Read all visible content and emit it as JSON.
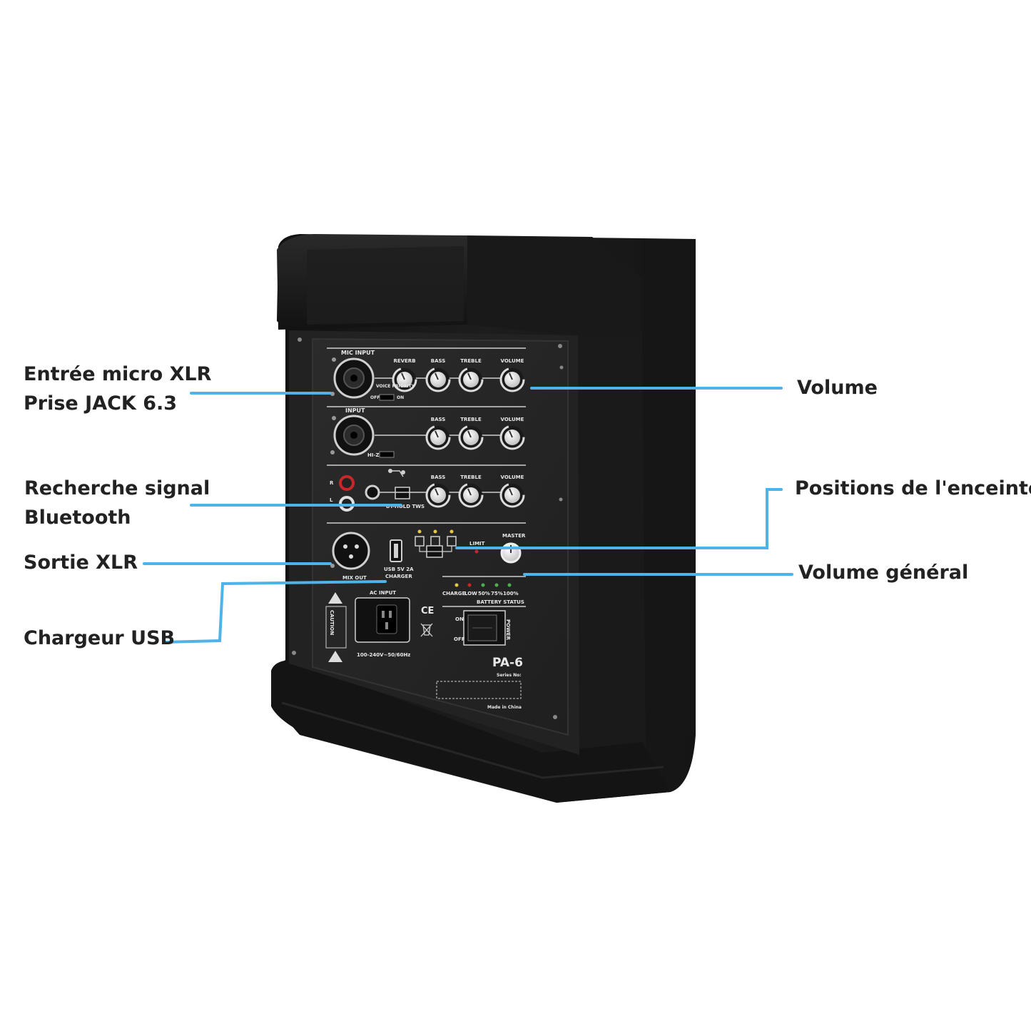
{
  "device": {
    "model": "PA-6",
    "series_label": "Series No:",
    "made_in": "Made in China",
    "ce_mark": "CE",
    "ch1": {
      "title": "MIC INPUT",
      "knobs": [
        "REVERB",
        "BASS",
        "TREBLE",
        "VOLUME"
      ],
      "switch_label": "VOICE PRIORITY",
      "switch_off": "OFF",
      "switch_on": "ON"
    },
    "ch2": {
      "title": "INPUT",
      "knobs": [
        "BASS",
        "TREBLE",
        "VOLUME"
      ],
      "switch_label": "HI-Z"
    },
    "ch3": {
      "knobs": [
        "BASS",
        "TREBLE",
        "VOLUME"
      ],
      "rca_r": "R",
      "rca_l": "L",
      "bt_label": "BT-HOLD TWS"
    },
    "mix_out": "MIX OUT",
    "usb_line1": "USB 5V 2A",
    "usb_line2": "CHARGER",
    "limit": "LIMIT",
    "master": "MASTER",
    "battery_levels": [
      "CHARGE",
      "LOW",
      "50%",
      "75%",
      "100%"
    ],
    "battery_status": "BATTERY STATUS",
    "ac_input": "AC INPUT",
    "ac_rating": "100-240V~50/60Hz",
    "power_on": "ON",
    "power_off": "OFF",
    "power": "POWER",
    "caution": "CAUTION",
    "colors": {
      "callout_line": "#4fb3e8",
      "body": "#1b1b1b",
      "panel": "#262626",
      "panel_text": "#e8e8e8"
    }
  },
  "callouts": {
    "mic_xlr_line1": "Entrée micro XLR",
    "mic_xlr_line2": "Prise JACK 6.3",
    "bt_search_line1": "Recherche signal",
    "bt_search_line2": "Bluetooth",
    "xlr_out": "Sortie XLR",
    "usb_charger": "Chargeur USB",
    "volume": "Volume",
    "speaker_positions": "Positions de l'enceinte",
    "master_volume": "Volume général"
  }
}
